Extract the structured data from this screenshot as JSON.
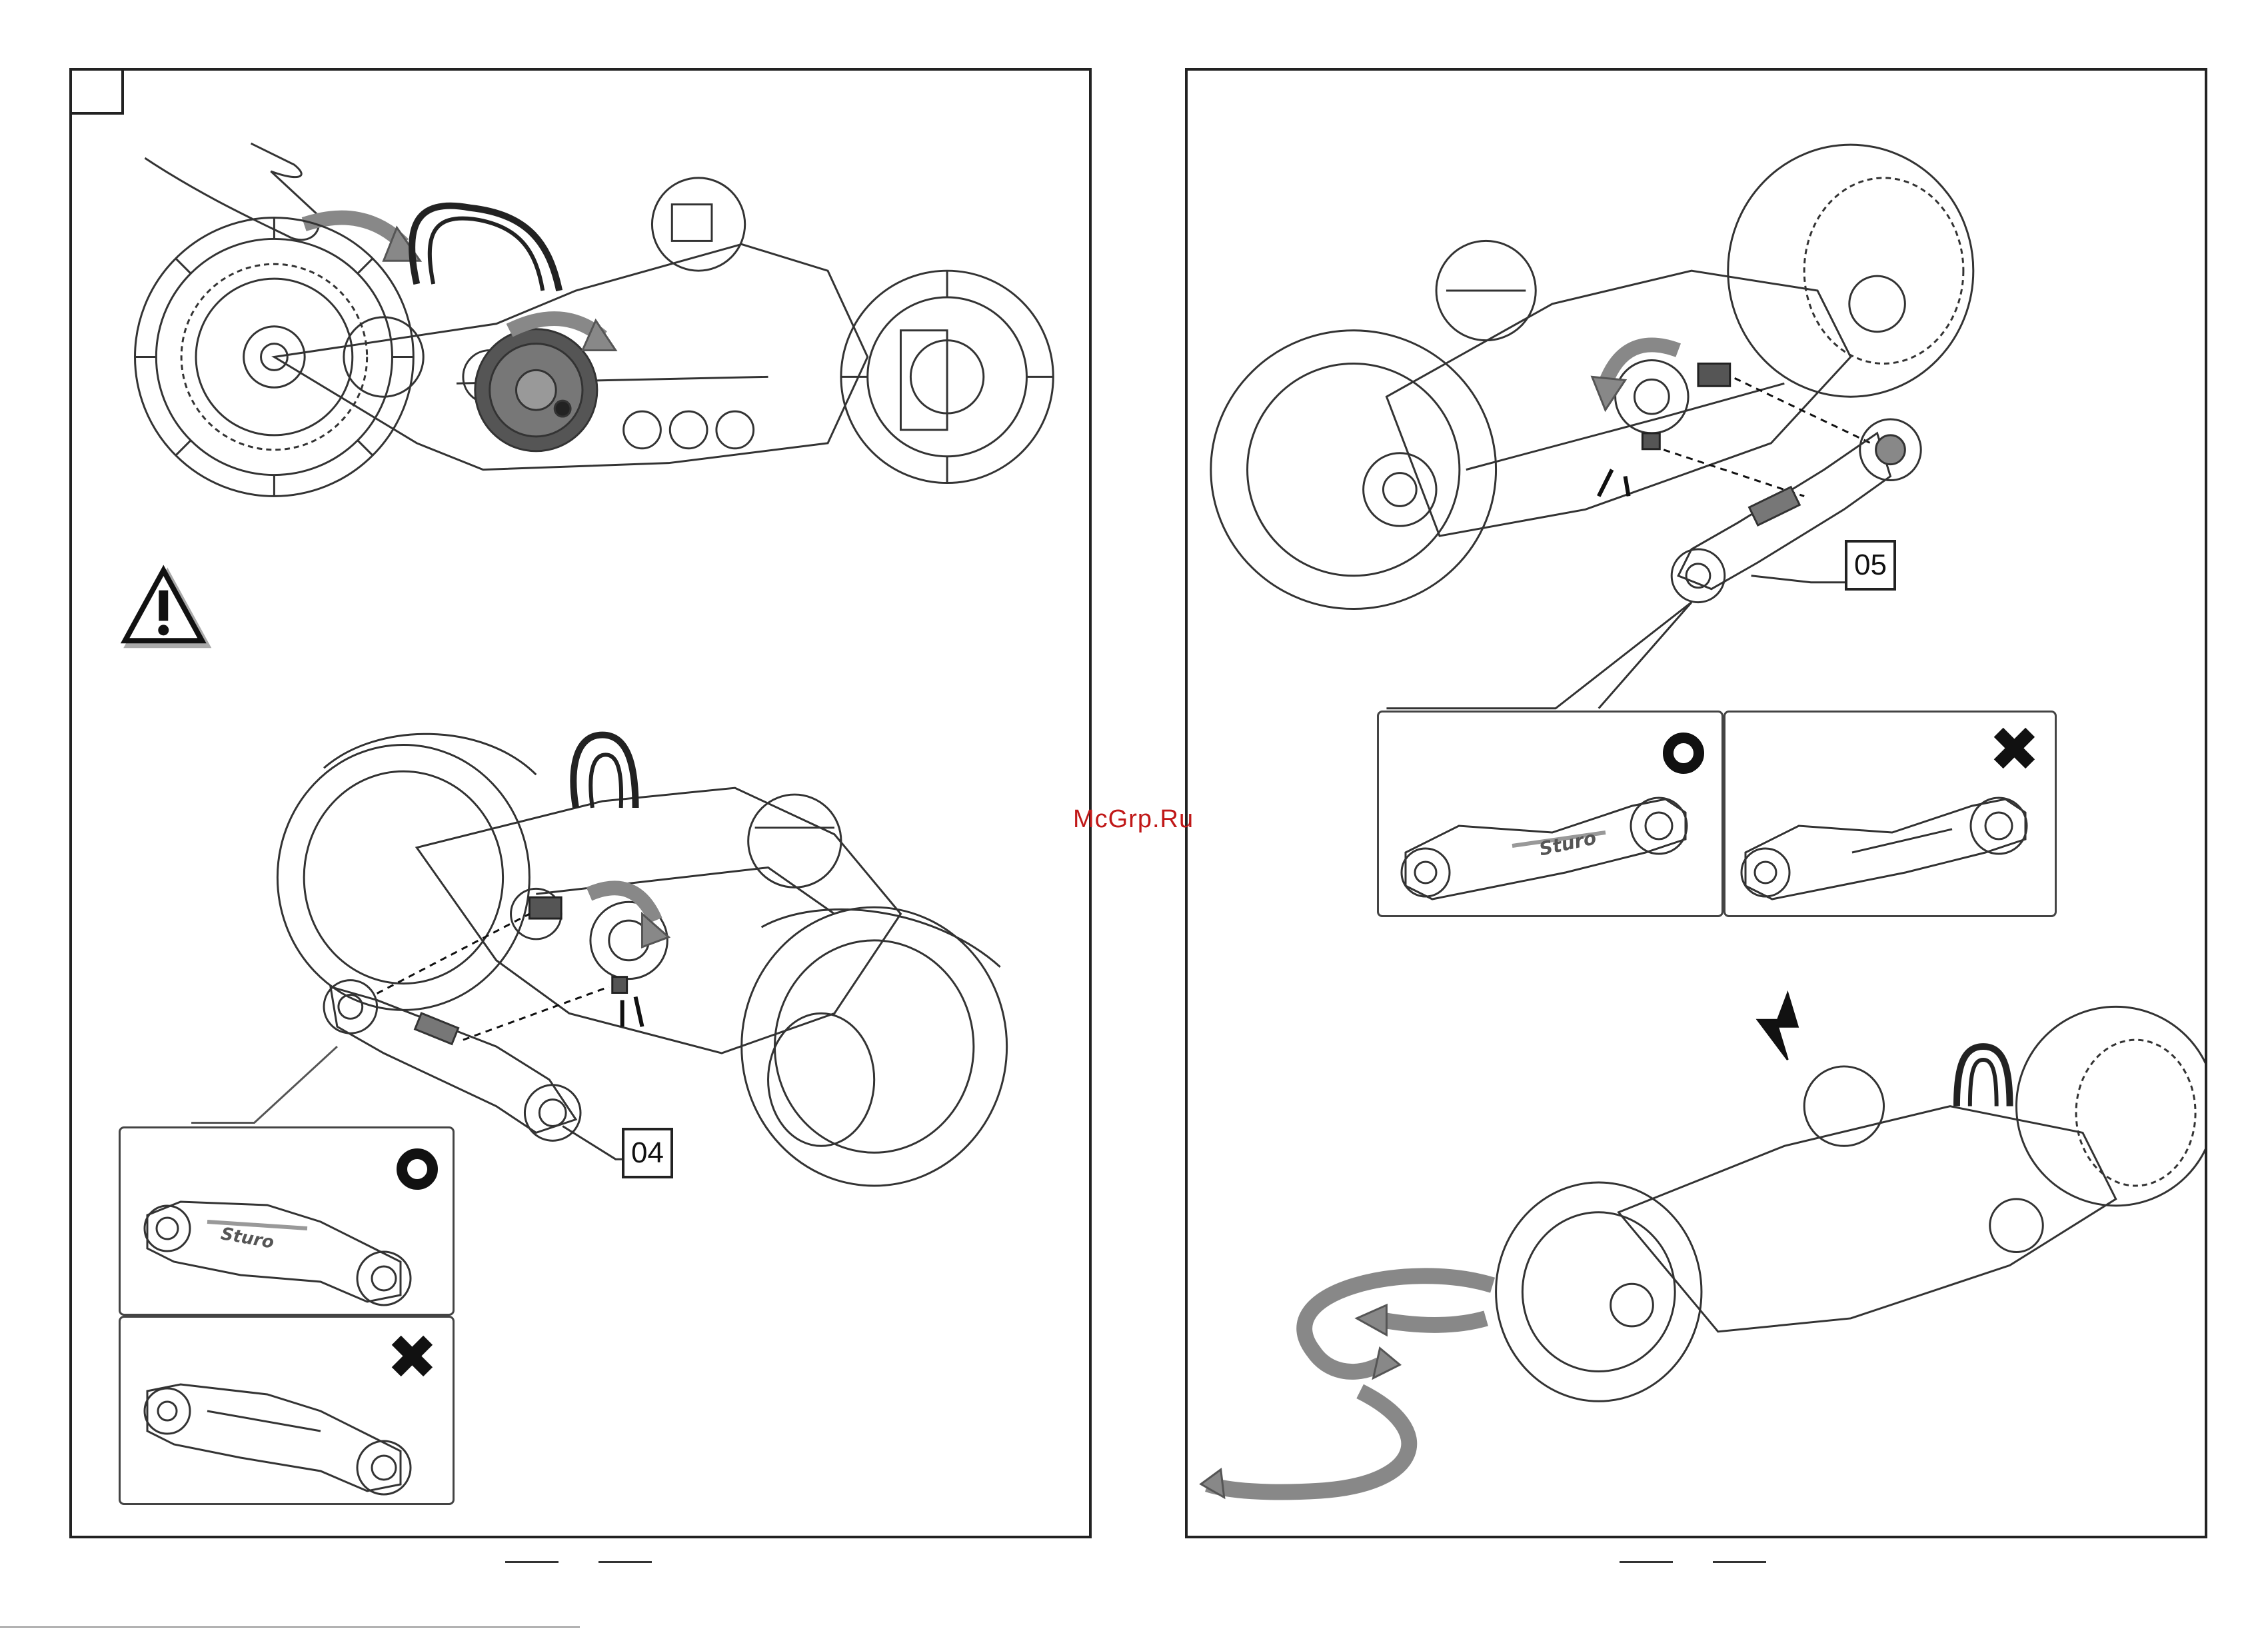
{
  "watermark": "McGrp.Ru",
  "left_panel": {
    "part_label": "04",
    "logo_text": "Sturo"
  },
  "right_panel": {
    "part_label": "05",
    "logo_text": "Sturo"
  },
  "icons": {
    "warning": "warning-triangle-icon",
    "correct": "circle-correct-icon",
    "wrong": "cross-wrong-icon"
  }
}
